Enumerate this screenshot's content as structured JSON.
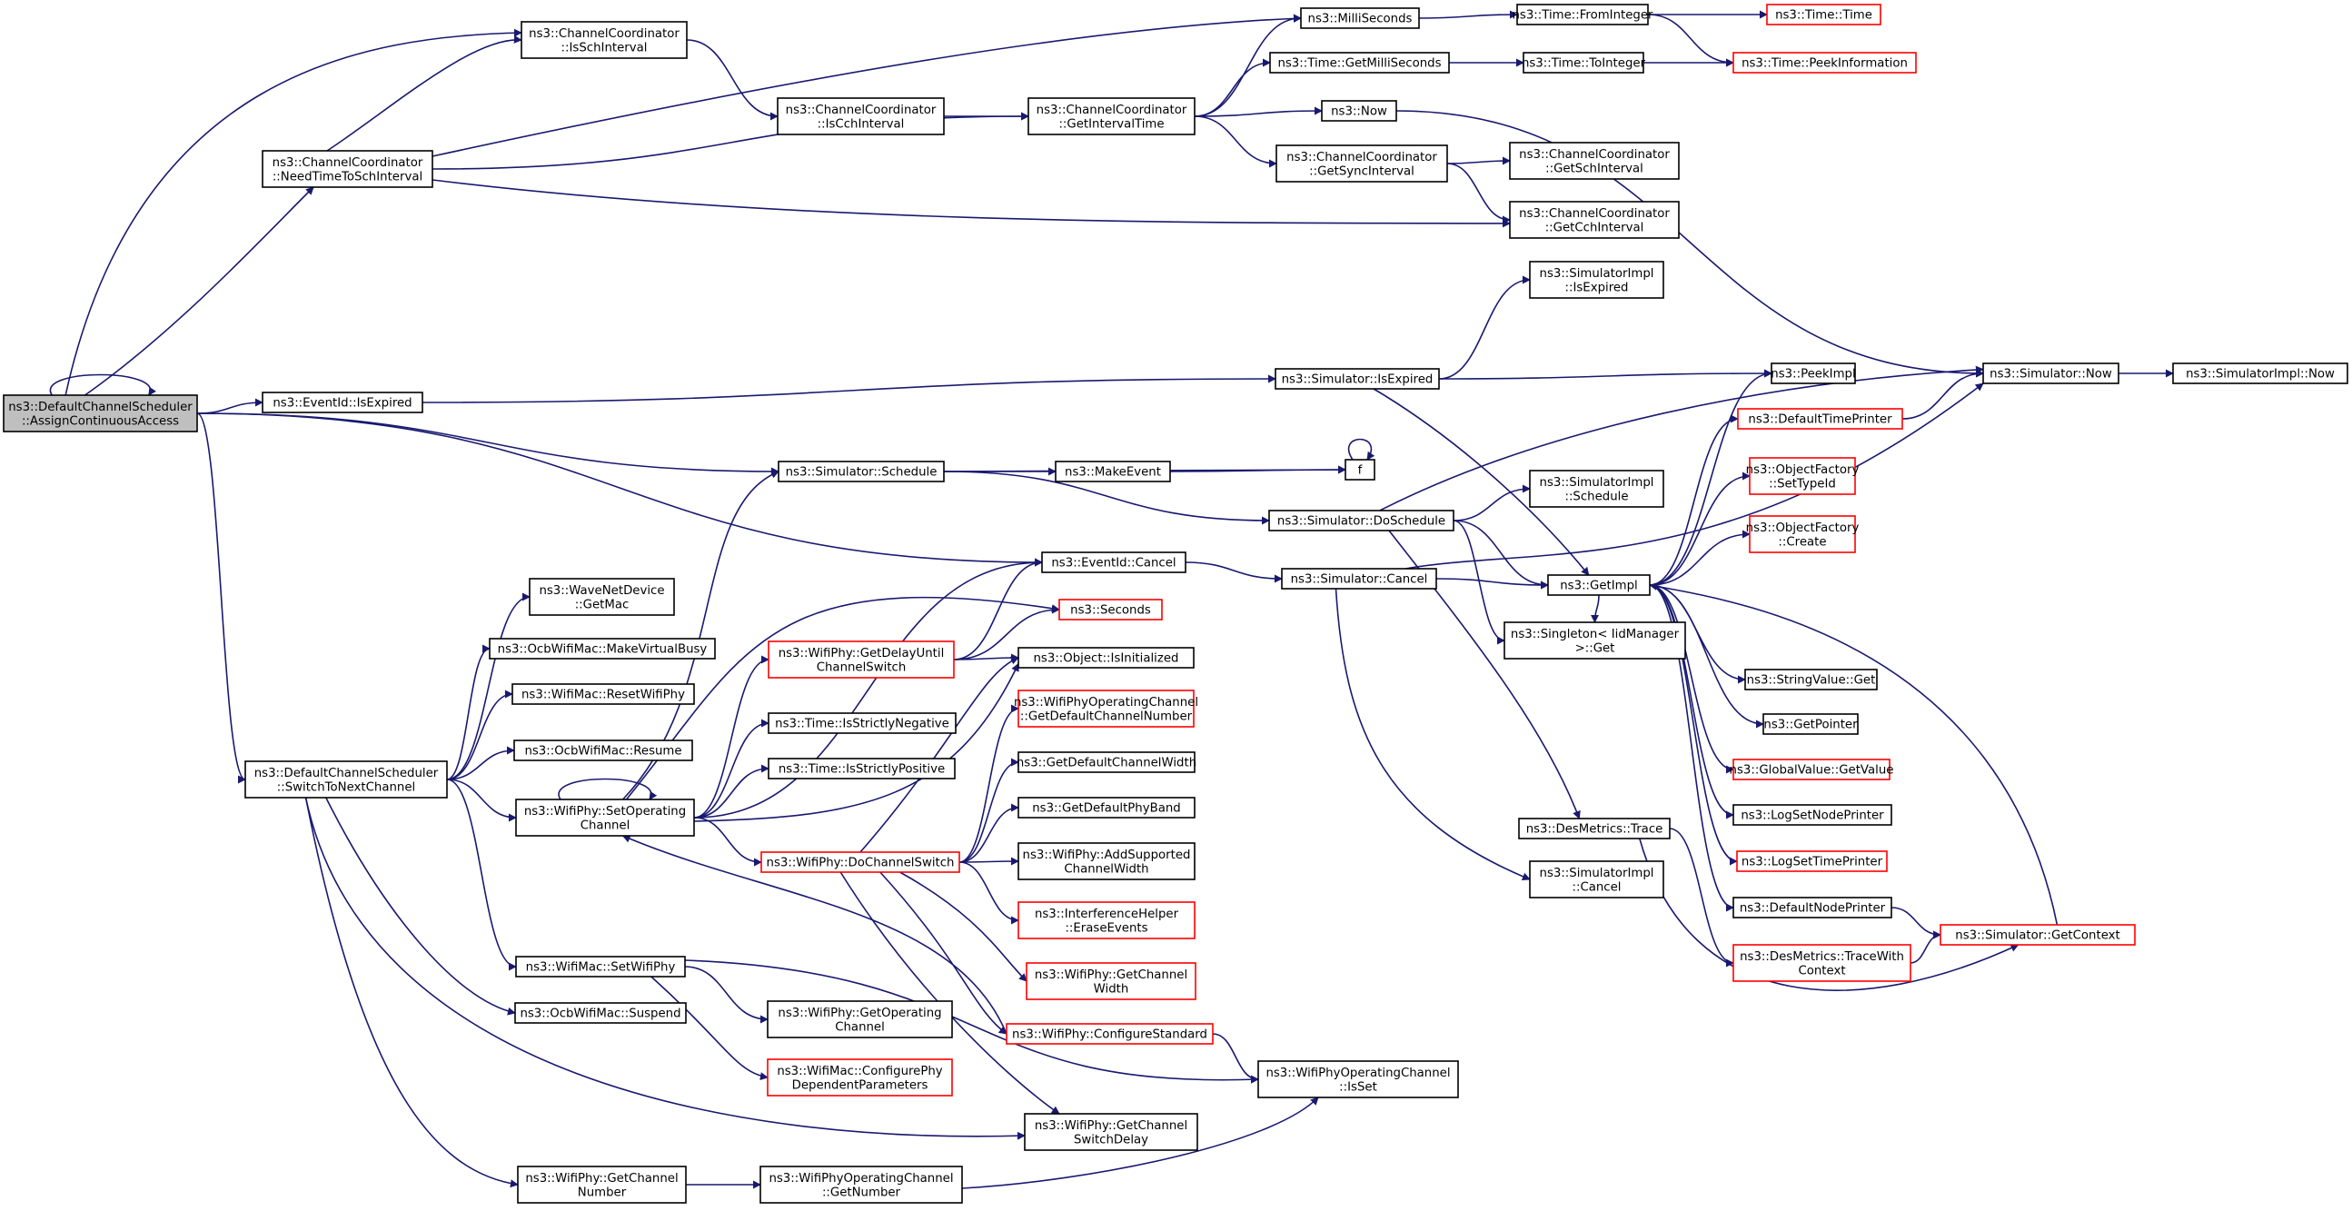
{
  "colors": {
    "edge": "#191970",
    "node_border": "#000000",
    "truncated_border": "#ff0000",
    "focus_fill": "#bfbfbf",
    "node_fill": "#ffffff"
  },
  "nodes": [
    {
      "id": "n0",
      "label": [
        "ns3::DefaultChannelScheduler",
        "::AssignContinuousAccess"
      ],
      "style": "focus"
    },
    {
      "id": "n1",
      "label": [
        "ns3::ChannelCoordinator",
        "::IsSchInterval"
      ],
      "style": "normal"
    },
    {
      "id": "n2",
      "label": [
        "ns3::ChannelCoordinator",
        "::NeedTimeToSchInterval"
      ],
      "style": "normal"
    },
    {
      "id": "n3",
      "label": [
        "ns3::EventId::IsExpired"
      ],
      "style": "normal"
    },
    {
      "id": "n4",
      "label": [
        "ns3::Simulator::Schedule"
      ],
      "style": "normal"
    },
    {
      "id": "n5",
      "label": [
        "ns3::EventId::Cancel"
      ],
      "style": "normal"
    },
    {
      "id": "n6",
      "label": [
        "ns3::DefaultChannelScheduler",
        "::SwitchToNextChannel"
      ],
      "style": "normal"
    },
    {
      "id": "n7",
      "label": [
        "ns3::ChannelCoordinator",
        "::IsCchInterval"
      ],
      "style": "normal"
    },
    {
      "id": "n8",
      "label": [
        "ns3::ChannelCoordinator",
        "::GetIntervalTime"
      ],
      "style": "normal"
    },
    {
      "id": "n9",
      "label": [
        "ns3::MilliSeconds"
      ],
      "style": "normal"
    },
    {
      "id": "n10",
      "label": [
        "ns3::Time::GetMilliSeconds"
      ],
      "style": "normal"
    },
    {
      "id": "n11",
      "label": [
        "ns3::Now"
      ],
      "style": "normal"
    },
    {
      "id": "n12",
      "label": [
        "ns3::ChannelCoordinator",
        "::GetSyncInterval"
      ],
      "style": "normal"
    },
    {
      "id": "n13",
      "label": [
        "ns3::Time::FromInteger"
      ],
      "style": "normal"
    },
    {
      "id": "n14",
      "label": [
        "ns3::Time::ToInteger"
      ],
      "style": "normal"
    },
    {
      "id": "n15",
      "label": [
        "ns3::Time::Time"
      ],
      "style": "truncated"
    },
    {
      "id": "n16",
      "label": [
        "ns3::Time::PeekInformation"
      ],
      "style": "truncated"
    },
    {
      "id": "n17",
      "label": [
        "ns3::ChannelCoordinator",
        "::GetSchInterval"
      ],
      "style": "normal"
    },
    {
      "id": "n18",
      "label": [
        "ns3::ChannelCoordinator",
        "::GetCchInterval"
      ],
      "style": "normal"
    },
    {
      "id": "n19",
      "label": [
        "ns3::SimulatorImpl",
        "::IsExpired"
      ],
      "style": "normal"
    },
    {
      "id": "n20",
      "label": [
        "ns3::Simulator::IsExpired"
      ],
      "style": "normal"
    },
    {
      "id": "n21",
      "label": [
        "ns3::PeekImpl"
      ],
      "style": "normal"
    },
    {
      "id": "n22",
      "label": [
        "ns3::Simulator::Now"
      ],
      "style": "normal"
    },
    {
      "id": "n23",
      "label": [
        "ns3::SimulatorImpl::Now"
      ],
      "style": "normal"
    },
    {
      "id": "n24",
      "label": [
        "ns3::DefaultTimePrinter"
      ],
      "style": "truncated"
    },
    {
      "id": "n25",
      "label": [
        "f"
      ],
      "style": "normal"
    },
    {
      "id": "n26",
      "label": [
        "ns3::MakeEvent"
      ],
      "style": "normal"
    },
    {
      "id": "n27",
      "label": [
        "ns3::ObjectFactory",
        "::SetTypeId"
      ],
      "style": "truncated"
    },
    {
      "id": "n28",
      "label": [
        "ns3::SimulatorImpl",
        "::Schedule"
      ],
      "style": "normal"
    },
    {
      "id": "n29",
      "label": [
        "ns3::Simulator::DoSchedule"
      ],
      "style": "normal"
    },
    {
      "id": "n30",
      "label": [
        "ns3::ObjectFactory",
        "::Create"
      ],
      "style": "truncated"
    },
    {
      "id": "n31",
      "label": [
        "ns3::Simulator::Cancel"
      ],
      "style": "normal"
    },
    {
      "id": "n32",
      "label": [
        "ns3::GetImpl"
      ],
      "style": "normal"
    },
    {
      "id": "n33",
      "label": [
        "ns3::WaveNetDevice",
        "::GetMac"
      ],
      "style": "normal"
    },
    {
      "id": "n34",
      "label": [
        "ns3::Seconds"
      ],
      "style": "truncated"
    },
    {
      "id": "n35",
      "label": [
        "ns3::OcbWifiMac::MakeVirtualBusy"
      ],
      "style": "normal"
    },
    {
      "id": "n36",
      "label": [
        "ns3::WifiPhy::GetDelayUntil",
        "ChannelSwitch"
      ],
      "style": "truncated"
    },
    {
      "id": "n37",
      "label": [
        "ns3::Object::IsInitialized"
      ],
      "style": "normal"
    },
    {
      "id": "n38",
      "label": [
        "ns3::Singleton< IidManager",
        ">::Get"
      ],
      "style": "normal"
    },
    {
      "id": "n39",
      "label": [
        "ns3::WifiMac::ResetWifiPhy"
      ],
      "style": "normal"
    },
    {
      "id": "n40",
      "label": [
        "ns3::WifiPhyOperatingChannel",
        "::GetDefaultChannelNumber"
      ],
      "style": "truncated"
    },
    {
      "id": "n41",
      "label": [
        "ns3::StringValue::Get"
      ],
      "style": "normal"
    },
    {
      "id": "n42",
      "label": [
        "ns3::Time::IsStrictlyNegative"
      ],
      "style": "normal"
    },
    {
      "id": "n43",
      "label": [
        "ns3::OcbWifiMac::Resume"
      ],
      "style": "normal"
    },
    {
      "id": "n44",
      "label": [
        "ns3::GetPointer"
      ],
      "style": "normal"
    },
    {
      "id": "n45",
      "label": [
        "ns3::Time::IsStrictlyPositive"
      ],
      "style": "normal"
    },
    {
      "id": "n46",
      "label": [
        "ns3::GetDefaultChannelWidth"
      ],
      "style": "normal"
    },
    {
      "id": "n47",
      "label": [
        "ns3::GlobalValue::GetValue"
      ],
      "style": "truncated"
    },
    {
      "id": "n48",
      "label": [
        "ns3::WifiPhy::SetOperating",
        "Channel"
      ],
      "style": "normal"
    },
    {
      "id": "n49",
      "label": [
        "ns3::GetDefaultPhyBand"
      ],
      "style": "normal"
    },
    {
      "id": "n50",
      "label": [
        "ns3::LogSetNodePrinter"
      ],
      "style": "normal"
    },
    {
      "id": "n51",
      "label": [
        "ns3::DesMetrics::Trace"
      ],
      "style": "normal"
    },
    {
      "id": "n52",
      "label": [
        "ns3::WifiPhy::DoChannelSwitch"
      ],
      "style": "truncated"
    },
    {
      "id": "n53",
      "label": [
        "ns3::WifiPhy::AddSupported",
        "ChannelWidth"
      ],
      "style": "normal"
    },
    {
      "id": "n54",
      "label": [
        "ns3::LogSetTimePrinter"
      ],
      "style": "truncated"
    },
    {
      "id": "n55",
      "label": [
        "ns3::SimulatorImpl",
        "::Cancel"
      ],
      "style": "normal"
    },
    {
      "id": "n56",
      "label": [
        "ns3::InterferenceHelper",
        "::EraseEvents"
      ],
      "style": "truncated"
    },
    {
      "id": "n57",
      "label": [
        "ns3::DefaultNodePrinter"
      ],
      "style": "normal"
    },
    {
      "id": "n58",
      "label": [
        "ns3::Simulator::GetContext"
      ],
      "style": "truncated"
    },
    {
      "id": "n59",
      "label": [
        "ns3::DesMetrics::TraceWith",
        "Context"
      ],
      "style": "truncated"
    },
    {
      "id": "n60",
      "label": [
        "ns3::WifiMac::SetWifiPhy"
      ],
      "style": "normal"
    },
    {
      "id": "n61",
      "label": [
        "ns3::WifiPhy::GetChannel",
        "Width"
      ],
      "style": "truncated"
    },
    {
      "id": "n62",
      "label": [
        "ns3::WifiPhy::GetOperating",
        "Channel"
      ],
      "style": "normal"
    },
    {
      "id": "n63",
      "label": [
        "ns3::OcbWifiMac::Suspend"
      ],
      "style": "normal"
    },
    {
      "id": "n64",
      "label": [
        "ns3::WifiPhy::ConfigureStandard"
      ],
      "style": "truncated"
    },
    {
      "id": "n65",
      "label": [
        "ns3::WifiMac::ConfigurePhy",
        "DependentParameters"
      ],
      "style": "truncated"
    },
    {
      "id": "n66",
      "label": [
        "ns3::WifiPhyOperatingChannel",
        "::IsSet"
      ],
      "style": "normal"
    },
    {
      "id": "n67",
      "label": [
        "ns3::WifiPhy::GetChannel",
        "SwitchDelay"
      ],
      "style": "normal"
    },
    {
      "id": "n68",
      "label": [
        "ns3::WifiPhy::GetChannel",
        "Number"
      ],
      "style": "normal"
    },
    {
      "id": "n69",
      "label": [
        "ns3::WifiPhyOperatingChannel",
        "::GetNumber"
      ],
      "style": "normal"
    }
  ],
  "edges": [
    [
      "n0",
      "n0"
    ],
    [
      "n0",
      "n1"
    ],
    [
      "n0",
      "n2"
    ],
    [
      "n0",
      "n3"
    ],
    [
      "n0",
      "n4"
    ],
    [
      "n0",
      "n5"
    ],
    [
      "n0",
      "n6"
    ],
    [
      "n1",
      "n7"
    ],
    [
      "n7",
      "n8"
    ],
    [
      "n2",
      "n1"
    ],
    [
      "n2",
      "n8"
    ],
    [
      "n2",
      "n9"
    ],
    [
      "n2",
      "n18"
    ],
    [
      "n8",
      "n9"
    ],
    [
      "n8",
      "n10"
    ],
    [
      "n8",
      "n11"
    ],
    [
      "n8",
      "n12"
    ],
    [
      "n9",
      "n13"
    ],
    [
      "n13",
      "n15"
    ],
    [
      "n13",
      "n16"
    ],
    [
      "n10",
      "n14"
    ],
    [
      "n14",
      "n16"
    ],
    [
      "n11",
      "n22"
    ],
    [
      "n12",
      "n17"
    ],
    [
      "n12",
      "n18"
    ],
    [
      "n3",
      "n20"
    ],
    [
      "n20",
      "n19"
    ],
    [
      "n20",
      "n21"
    ],
    [
      "n20",
      "n32"
    ],
    [
      "n22",
      "n23"
    ],
    [
      "n4",
      "n25"
    ],
    [
      "n4",
      "n26"
    ],
    [
      "n4",
      "n29"
    ],
    [
      "n26",
      "n25"
    ],
    [
      "n25",
      "n25"
    ],
    [
      "n29",
      "n22"
    ],
    [
      "n29",
      "n28"
    ],
    [
      "n29",
      "n32"
    ],
    [
      "n29",
      "n38"
    ],
    [
      "n29",
      "n51"
    ],
    [
      "n5",
      "n31"
    ],
    [
      "n31",
      "n22"
    ],
    [
      "n31",
      "n32"
    ],
    [
      "n31",
      "n55"
    ],
    [
      "n32",
      "n21"
    ],
    [
      "n32",
      "n24"
    ],
    [
      "n32",
      "n27"
    ],
    [
      "n32",
      "n30"
    ],
    [
      "n32",
      "n38"
    ],
    [
      "n32",
      "n41"
    ],
    [
      "n32",
      "n44"
    ],
    [
      "n32",
      "n47"
    ],
    [
      "n32",
      "n50"
    ],
    [
      "n32",
      "n54"
    ],
    [
      "n32",
      "n57"
    ],
    [
      "n24",
      "n22"
    ],
    [
      "n57",
      "n58"
    ],
    [
      "n58",
      "n32"
    ],
    [
      "n51",
      "n59"
    ],
    [
      "n51",
      "n58"
    ],
    [
      "n59",
      "n58"
    ],
    [
      "n6",
      "n33"
    ],
    [
      "n6",
      "n35"
    ],
    [
      "n6",
      "n39"
    ],
    [
      "n6",
      "n43"
    ],
    [
      "n6",
      "n48"
    ],
    [
      "n6",
      "n60"
    ],
    [
      "n6",
      "n63"
    ],
    [
      "n6",
      "n67"
    ],
    [
      "n6",
      "n68"
    ],
    [
      "n48",
      "n48"
    ],
    [
      "n48",
      "n4"
    ],
    [
      "n48",
      "n5"
    ],
    [
      "n48",
      "n34"
    ],
    [
      "n48",
      "n36"
    ],
    [
      "n48",
      "n37"
    ],
    [
      "n48",
      "n42"
    ],
    [
      "n48",
      "n45"
    ],
    [
      "n48",
      "n52"
    ],
    [
      "n36",
      "n5"
    ],
    [
      "n36",
      "n34"
    ],
    [
      "n36",
      "n37"
    ],
    [
      "n52",
      "n37"
    ],
    [
      "n52",
      "n40"
    ],
    [
      "n52",
      "n46"
    ],
    [
      "n52",
      "n49"
    ],
    [
      "n52",
      "n53"
    ],
    [
      "n52",
      "n56"
    ],
    [
      "n52",
      "n61"
    ],
    [
      "n52",
      "n64"
    ],
    [
      "n52",
      "n67"
    ],
    [
      "n64",
      "n48"
    ],
    [
      "n64",
      "n66"
    ],
    [
      "n60",
      "n62"
    ],
    [
      "n60",
      "n65"
    ],
    [
      "n60",
      "n66"
    ],
    [
      "n68",
      "n69"
    ],
    [
      "n69",
      "n66"
    ]
  ]
}
